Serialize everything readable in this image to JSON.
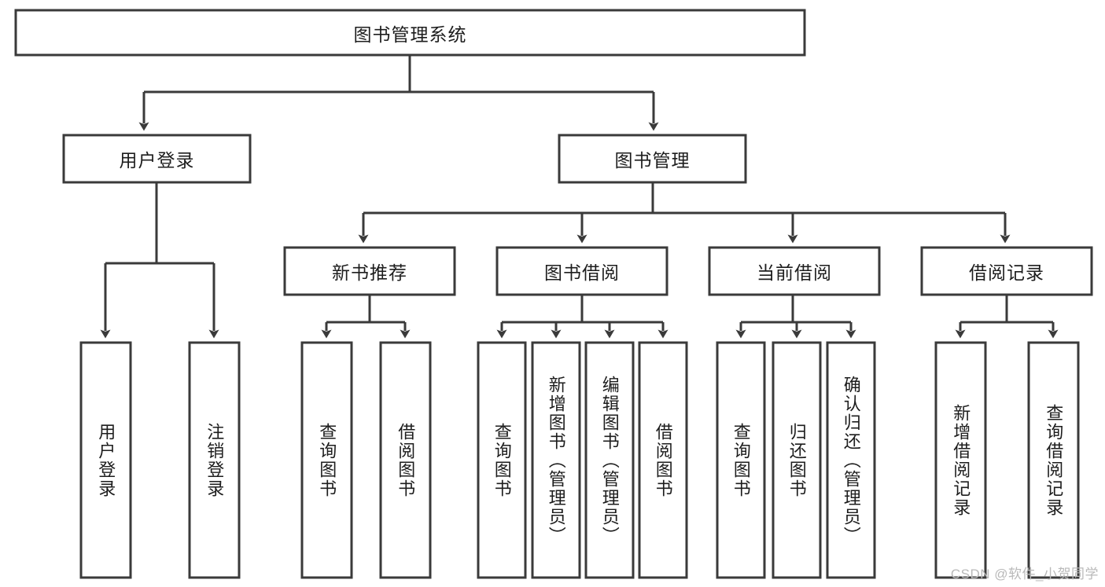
{
  "diagram": {
    "type": "tree-hierarchy-chart",
    "title": "图书管理系统",
    "watermark": "CSDN @软件_小贺同学",
    "colors": {
      "stroke": "#3a3a3a",
      "fill": "#ffffff",
      "text": "#1d1d1d",
      "watermark": "#b9b9b9"
    },
    "levels": {
      "root": {
        "label": "图书管理系统"
      },
      "level2": [
        {
          "label": "用户登录"
        },
        {
          "label": "图书管理"
        }
      ],
      "level3": [
        {
          "label": "新书推荐"
        },
        {
          "label": "图书借阅"
        },
        {
          "label": "当前借阅"
        },
        {
          "label": "借阅记录"
        }
      ],
      "leaves_user_login": [
        {
          "label": "用户登录"
        },
        {
          "label": "注销登录"
        }
      ],
      "leaves_new_book": [
        {
          "label": "查询图书"
        },
        {
          "label": "借阅图书"
        }
      ],
      "leaves_borrow": [
        {
          "label": "查询图书"
        },
        {
          "label": "新增图书（管理员）"
        },
        {
          "label": "编辑图书（管理员）"
        },
        {
          "label": "借阅图书"
        }
      ],
      "leaves_current": [
        {
          "label": "查询图书"
        },
        {
          "label": "归还图书"
        },
        {
          "label": "确认归还（管理员）"
        }
      ],
      "leaves_record": [
        {
          "label": "新增借阅记录"
        },
        {
          "label": "查询借阅记录"
        }
      ]
    }
  }
}
